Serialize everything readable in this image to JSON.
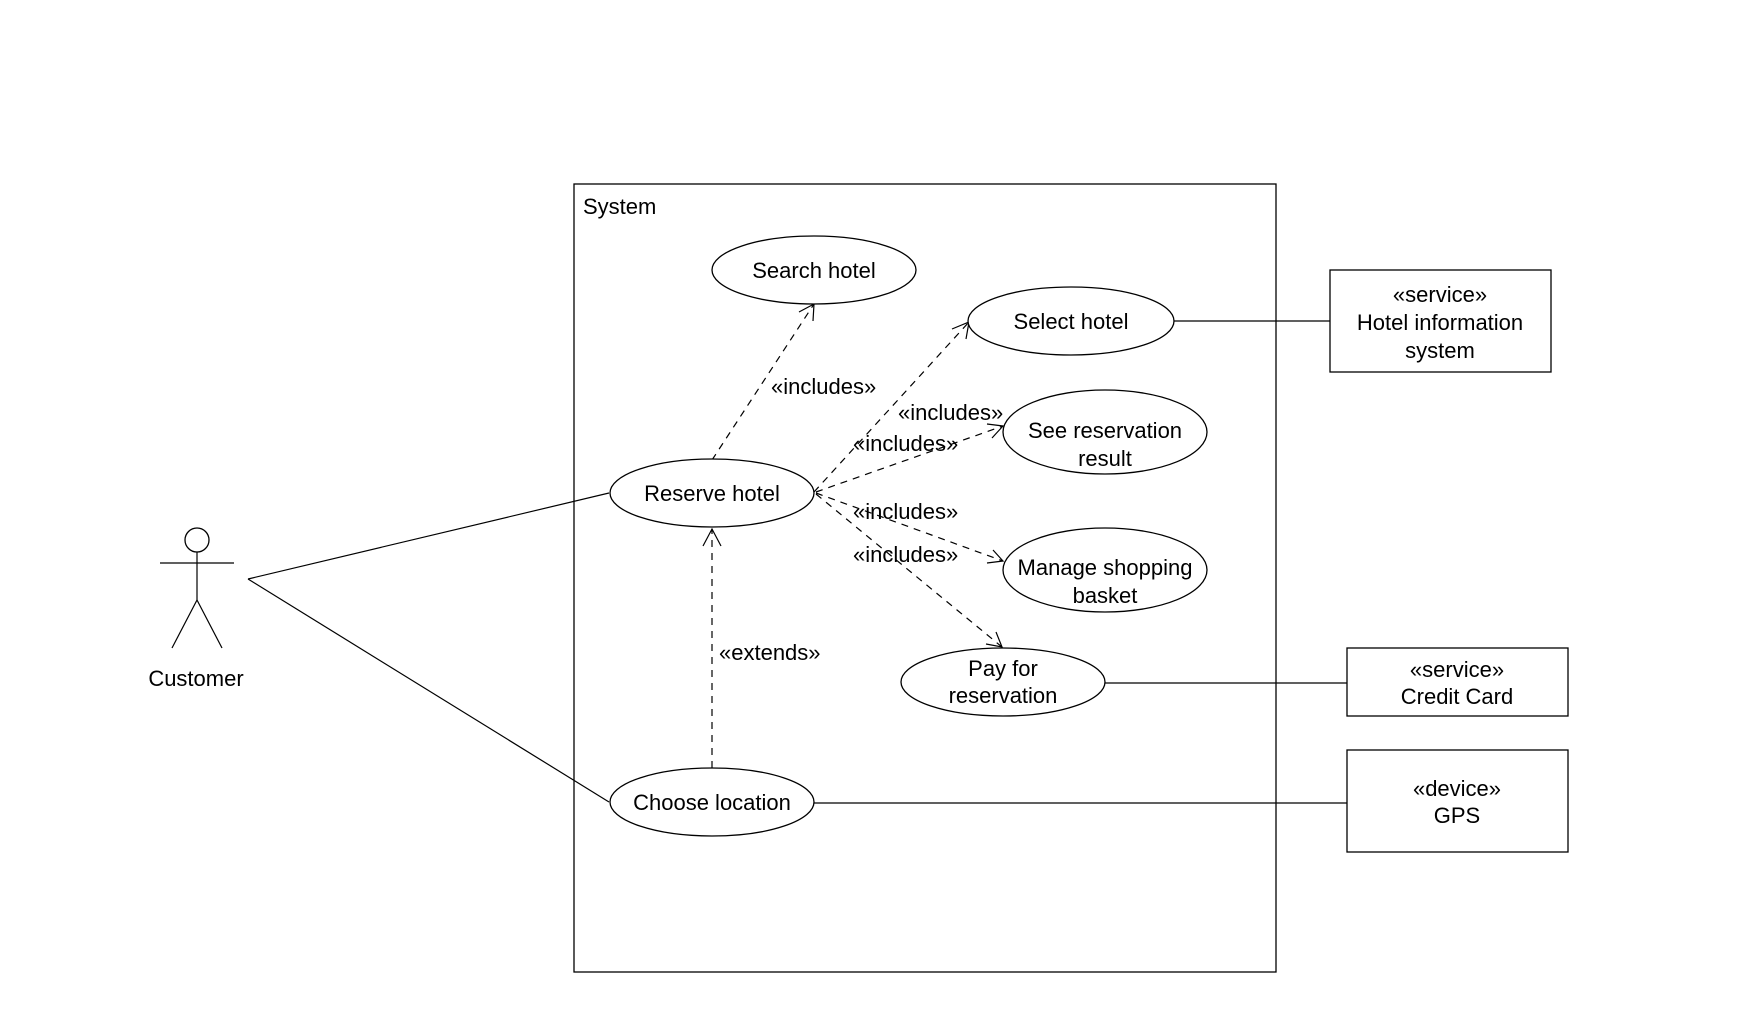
{
  "system": {
    "label": "System"
  },
  "actor": {
    "label": "Customer"
  },
  "use_cases": {
    "search_hotel": {
      "lines": [
        "Search hotel"
      ]
    },
    "select_hotel": {
      "lines": [
        "Select hotel"
      ]
    },
    "see_reservation_result": {
      "lines": [
        "See reservation",
        "result"
      ]
    },
    "reserve_hotel": {
      "lines": [
        "Reserve hotel"
      ]
    },
    "manage_shopping_basket": {
      "lines": [
        "Manage shopping",
        "basket"
      ]
    },
    "pay_for_reservation": {
      "lines": [
        "Pay for",
        "reservation"
      ]
    },
    "choose_location": {
      "lines": [
        "Choose location"
      ]
    }
  },
  "external": {
    "hotel_information_system": {
      "lines": [
        "«service»",
        "Hotel information",
        "system"
      ]
    },
    "credit_card": {
      "lines": [
        "«service»",
        "Credit Card"
      ]
    },
    "gps": {
      "lines": [
        "«device»",
        "GPS"
      ]
    }
  },
  "relations": {
    "includes_search": "«includes»",
    "includes_select": "«includes»",
    "includes_see_result": "«includes»",
    "includes_manage_basket": "«includes»",
    "includes_pay": "«includes»",
    "extends_choose_location": "«extends»"
  }
}
